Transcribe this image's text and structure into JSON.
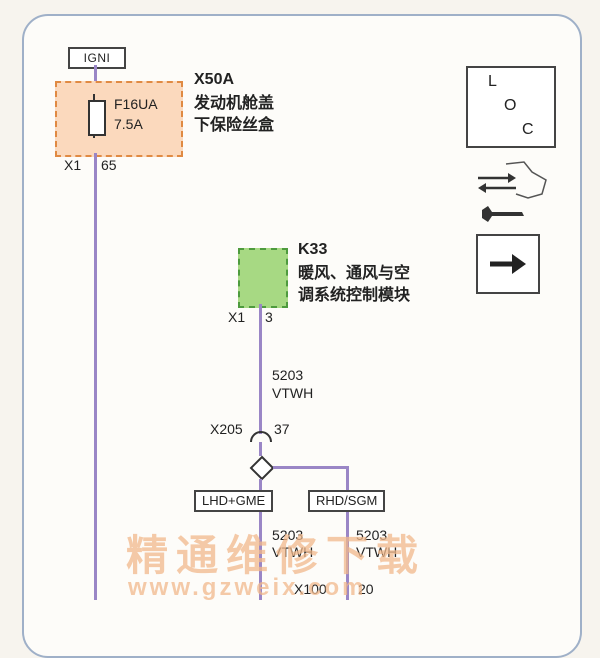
{
  "top_connector": "IGNI",
  "fuse_box": {
    "id": "X50A",
    "name_line1": "发动机舱盖",
    "name_line2": "下保险丝盒",
    "fuse": "F16UA",
    "rating": "7.5A",
    "connector": "X1",
    "pin": "65"
  },
  "module": {
    "id": "K33",
    "name_line1": "暖风、通风与空",
    "name_line2": "调系统控制模块",
    "connector": "X1",
    "pin": "3"
  },
  "wire_main": {
    "circuit": "5203",
    "color": "VTWH"
  },
  "inline_connector": {
    "id": "X205",
    "pin": "37"
  },
  "variants": [
    {
      "label": "LHD+GME",
      "circuit": "5203",
      "color": "VTWH"
    },
    {
      "label": "RHD/SGM",
      "circuit": "5203",
      "color": "VTWH"
    }
  ],
  "bottom_connector": {
    "id": "X100",
    "pin": "20"
  },
  "loc_icon": {
    "l": "L",
    "o": "O",
    "c": "C"
  },
  "icons": [
    "loc-icon",
    "connector-exchange-icon",
    "wrench-icon",
    "arrow-right-icon"
  ],
  "watermark": {
    "line1": "精通维修下载",
    "line2": "www.gzweix.com"
  },
  "colors": {
    "wire": "#9a86c6",
    "fusebox_fill": "#fbd9bd",
    "module_fill": "#a7d983"
  }
}
